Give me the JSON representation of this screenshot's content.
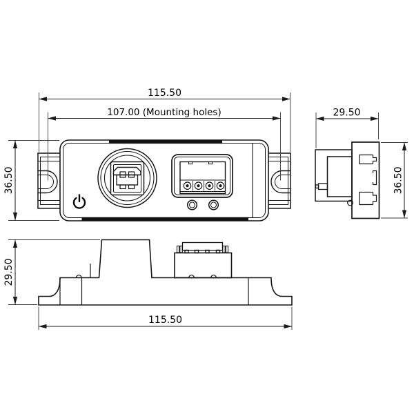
{
  "dimensions": {
    "front_width": "115.50",
    "front_mounting": "107.00 (Mounting holes)",
    "front_height": "36.50",
    "side_width": "29.50",
    "side_height": "36.50",
    "top_height": "29.50",
    "top_width": "115.50"
  },
  "colors": {
    "line": "#151515",
    "dimension_line": "#1a1a1a",
    "background": "#ffffff"
  }
}
